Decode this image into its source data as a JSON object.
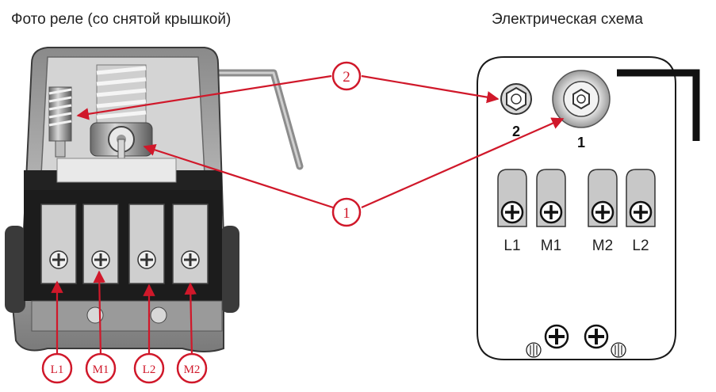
{
  "titles": {
    "photo": "Фото реле (со снятой крышкой)",
    "schematic": "Электрическая схема"
  },
  "callouts": {
    "spring_large": "1",
    "spring_small": "2"
  },
  "schematic": {
    "nut_large_label": "1",
    "nut_small_label": "2",
    "terminals": [
      "L1",
      "M1",
      "M2",
      "L2"
    ]
  },
  "photo_terminals": [
    "L1",
    "M1",
    "L2",
    "M2"
  ],
  "colors": {
    "arrow": "#d0182a",
    "callout_fill": "#ffffff",
    "panel_stroke": "#1a1a1a",
    "terminal_fill": "#c8c8c8"
  }
}
